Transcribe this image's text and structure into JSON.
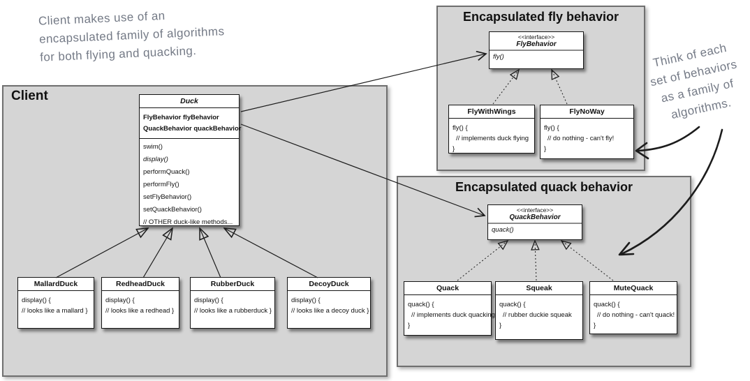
{
  "notes": {
    "client_note_lines": [
      "Client makes use of an",
      "encapsulated family of algorithms",
      "for both flying and quacking."
    ],
    "family_note_lines": [
      "Think of each",
      "set of behaviors",
      "as a family of",
      "algorithms."
    ]
  },
  "client_panel": {
    "title": "Client",
    "duck_class": {
      "name": "Duck",
      "attributes": [
        "FlyBehavior flyBehavior",
        "QuackBehavior quackBehavior"
      ],
      "methods": [
        "swim()",
        "display()",
        "performQuack()",
        "performFly()",
        "setFlyBehavior()",
        "setQuackBehavior()",
        "// OTHER duck-like methods..."
      ]
    },
    "subclasses": [
      {
        "name": "MallardDuck",
        "body": [
          "display() {",
          "// looks like a mallard }"
        ]
      },
      {
        "name": "RedheadDuck",
        "body": [
          "display() {",
          "// looks like a redhead }"
        ]
      },
      {
        "name": "RubberDuck",
        "body": [
          "display() {",
          "// looks like a rubberduck }"
        ]
      },
      {
        "name": "DecoyDuck",
        "body": [
          "display() {",
          "// looks like a decoy duck }"
        ]
      }
    ]
  },
  "fly_panel": {
    "title": "Encapsulated fly behavior",
    "interface": {
      "stereotype": "<<interface>>",
      "name": "FlyBehavior",
      "method": "fly()"
    },
    "implementations": [
      {
        "name": "FlyWithWings",
        "body": [
          "fly() {",
          "// implements duck flying",
          "}"
        ]
      },
      {
        "name": "FlyNoWay",
        "body": [
          "fly() {",
          "// do nothing - can't fly!",
          "}"
        ]
      }
    ]
  },
  "quack_panel": {
    "title": "Encapsulated quack behavior",
    "interface": {
      "stereotype": "<<interface>>",
      "name": "QuackBehavior",
      "method": "quack()"
    },
    "implementations": [
      {
        "name": "Quack",
        "body": [
          "quack() {",
          "// implements duck quacking",
          "}"
        ]
      },
      {
        "name": "Squeak",
        "body": [
          "quack() {",
          "// rubber duckie squeak",
          "}"
        ]
      },
      {
        "name": "MuteQuack",
        "body": [
          "quack() {",
          "// do nothing - can't quack!",
          "}"
        ]
      }
    ]
  },
  "colors": {
    "panel_fill": "#d5d5d5",
    "panel_border": "#6f6f6f",
    "note_ink": "#747a86",
    "line_ink": "#1c1c1c"
  }
}
